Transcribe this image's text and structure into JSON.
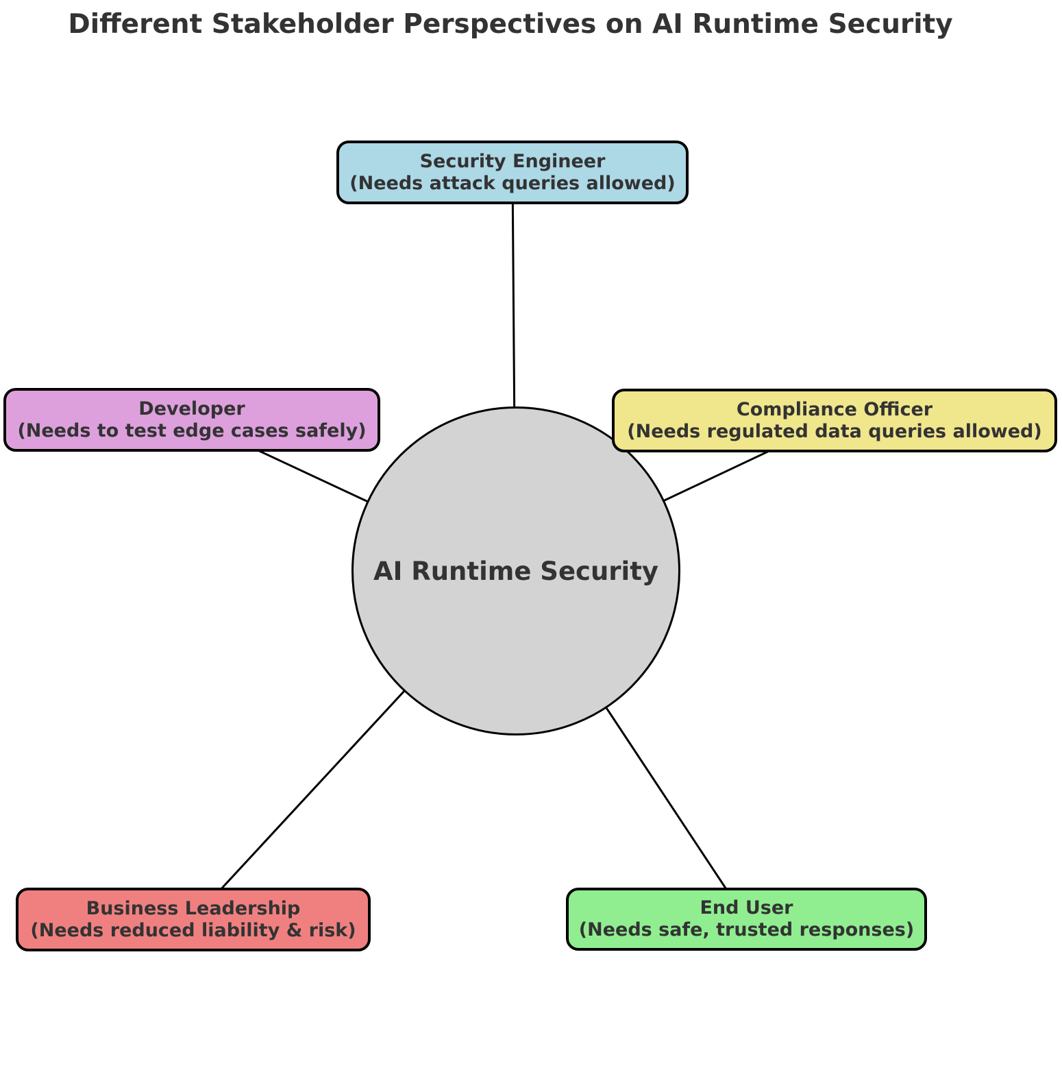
{
  "title": "Different Stakeholder Perspectives on AI Runtime Security",
  "center_node": {
    "label": "AI Runtime Security",
    "fill": "#d3d3d3"
  },
  "colors": {
    "edge": "#000000",
    "text": "#333333",
    "background": "#ffffff"
  },
  "stakeholders": [
    {
      "name": "Security Engineer",
      "need": "(Needs attack queries allowed)",
      "fill": "#add8e6",
      "position": "top"
    },
    {
      "name": "Developer",
      "need": "(Needs to test edge cases safely)",
      "fill": "#dda0dd",
      "position": "left"
    },
    {
      "name": "Compliance Officer",
      "need": "(Needs regulated data queries allowed)",
      "fill": "#f0e68c",
      "position": "right"
    },
    {
      "name": "Business Leadership",
      "need": "(Needs reduced liability & risk)",
      "fill": "#f08080",
      "position": "bottom-left"
    },
    {
      "name": "End User",
      "need": "(Needs safe, trusted responses)",
      "fill": "#90ee90",
      "position": "bottom-right"
    }
  ]
}
